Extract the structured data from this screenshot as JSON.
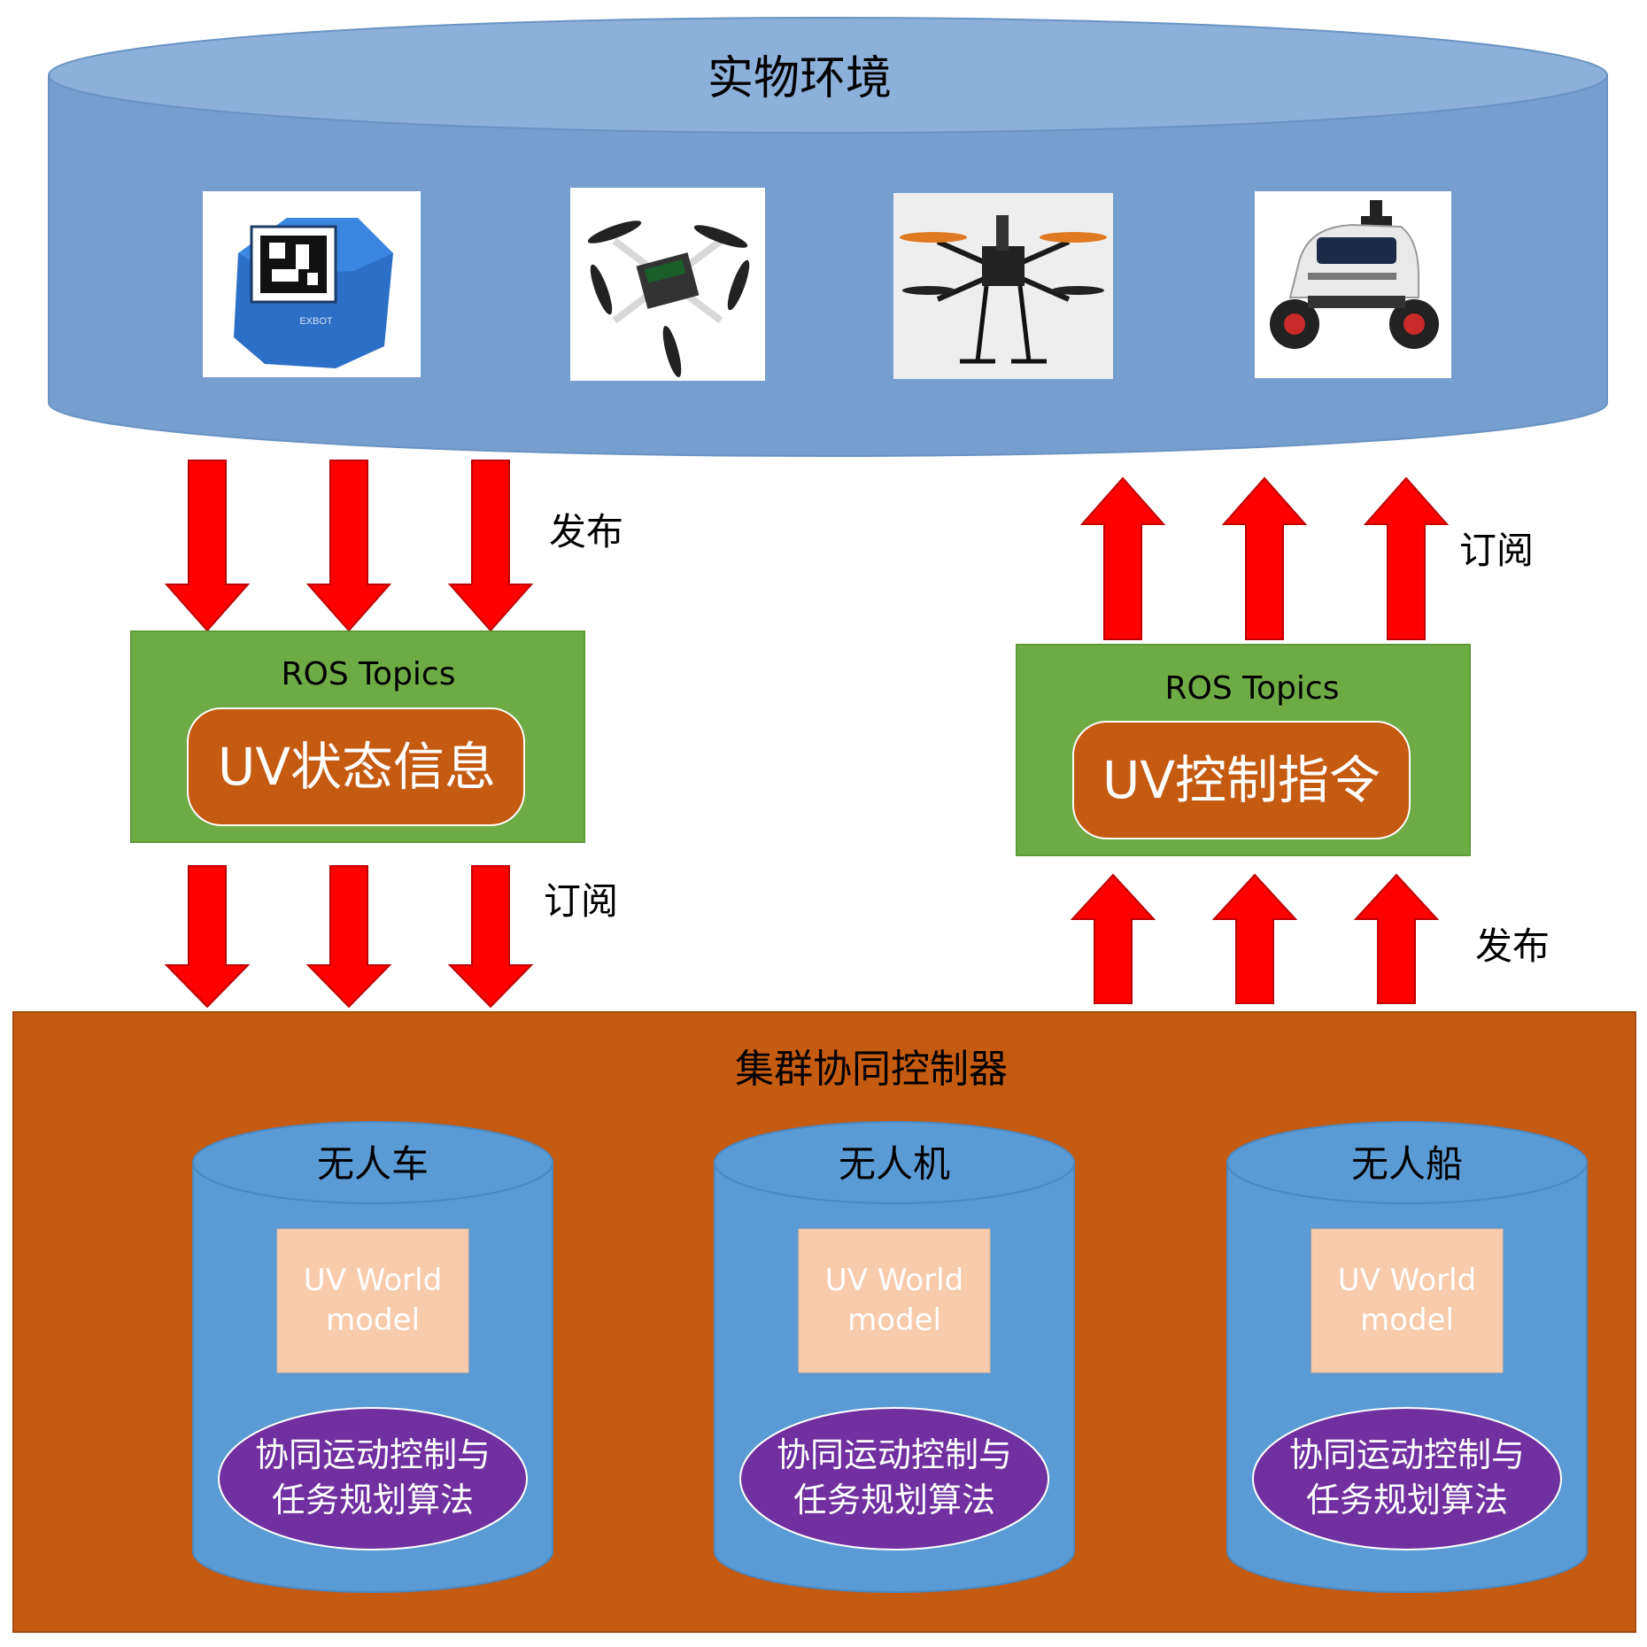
{
  "environment": {
    "title": "实物环境",
    "devices": [
      {
        "icon": "ar-tag-robot-icon"
      },
      {
        "icon": "mini-quadcopter-icon"
      },
      {
        "icon": "quadcopter-drone-icon"
      },
      {
        "icon": "wheeled-rover-icon"
      }
    ]
  },
  "flows": {
    "left_upper": "发布",
    "left_lower": "订阅",
    "right_upper": "订阅",
    "right_lower": "发布"
  },
  "topics": {
    "left": {
      "header": "ROS Topics",
      "content": "UV状态信息"
    },
    "right": {
      "header": "ROS Topics",
      "content": "UV控制指令"
    }
  },
  "controller": {
    "title": "集群协同控制器",
    "vehicles": [
      {
        "name": "无人车",
        "model": [
          "UV World",
          "model"
        ],
        "algorithm": [
          "协同运动控制与",
          "任务规划算法"
        ]
      },
      {
        "name": "无人机",
        "model": [
          "UV World",
          "model"
        ],
        "algorithm": [
          "协同运动控制与",
          "任务规划算法"
        ]
      },
      {
        "name": "无人船",
        "model": [
          "UV World",
          "model"
        ],
        "algorithm": [
          "协同运动控制与",
          "任务规划算法"
        ]
      }
    ]
  },
  "colors": {
    "env_fill": "#769fcf",
    "env_top": "#8db0da",
    "arrow": "#ff0000",
    "topic_bg": "#6fab45",
    "topic_pill": "#c55a11",
    "controller_bg": "#c55a11",
    "cylinder": "#5b9bd5",
    "model_box": "#f7cbac",
    "algo_ellipse": "#7030a0"
  }
}
